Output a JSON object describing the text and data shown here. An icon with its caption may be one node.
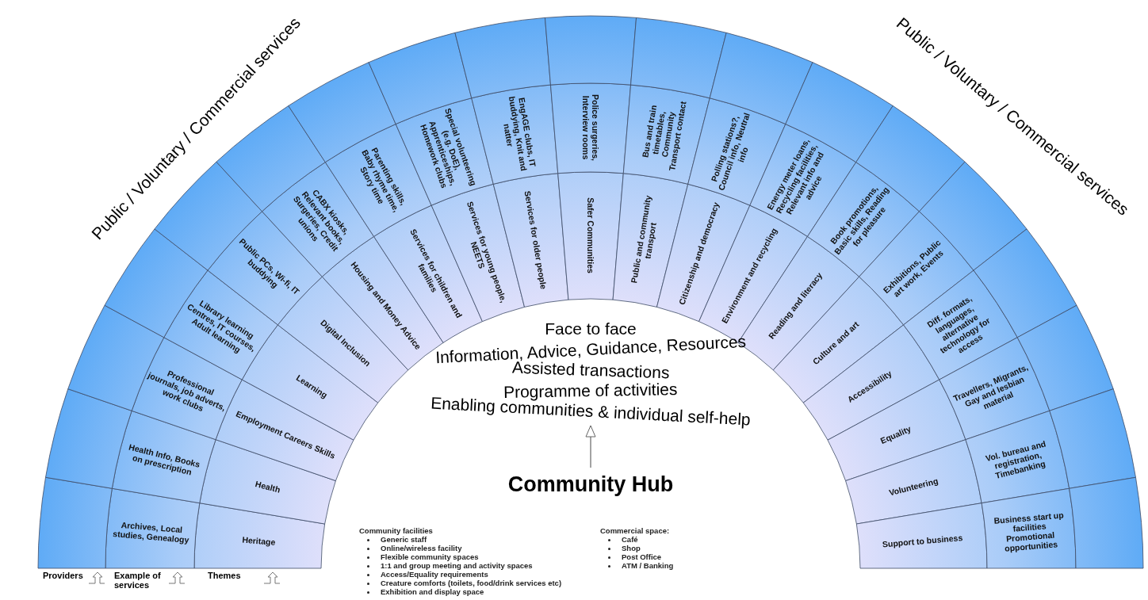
{
  "diagram": {
    "nodes": [
      {
        "text": [
          "Heritage"
        ]
      },
      {
        "text": [
          "Health"
        ]
      },
      {
        "text": [
          "Employment Careers Skills"
        ]
      },
      {
        "text": [
          "Learning"
        ]
      },
      {
        "text": [
          "Digital Inclusion"
        ]
      },
      {
        "text": [
          "Housing and Money Advice"
        ]
      },
      {
        "text": [
          "Services for children and families"
        ]
      },
      {
        "text": [
          "Services for young people, NEETS"
        ]
      },
      {
        "text": [
          "Services for older people"
        ]
      },
      {
        "text": [
          "Safer Communities"
        ]
      },
      {
        "text": [
          "Public and community transport"
        ]
      },
      {
        "text": [
          "Citizenship and democracy"
        ]
      },
      {
        "text": [
          "Environment and recycling"
        ]
      },
      {
        "text": [
          "Reading and literacy"
        ]
      },
      {
        "text": [
          "Culture and art"
        ]
      },
      {
        "text": [
          "Accessibility"
        ]
      },
      {
        "text": [
          "Equality"
        ]
      },
      {
        "text": [
          "Volunteering"
        ]
      },
      {
        "text": [
          "Support to business"
        ]
      },
      {
        "text": [
          "Archives, Local studies, Genealogy"
        ]
      },
      {
        "text": [
          "Health Info, Books on prescription"
        ]
      },
      {
        "text": [
          "Professional journals, job adverts, work clubs"
        ]
      },
      {
        "text": [
          "Library learning Centres, IT courses, Adult learning"
        ]
      },
      {
        "text": [
          "Public PCs, Wi-fi, IT buddying"
        ]
      },
      {
        "text": [
          "CABX kiosks, Relevant books, Surgeries, Credit unions"
        ]
      },
      {
        "text": [
          "Parenting skills, Baby rhyme time, Story time"
        ]
      },
      {
        "text": [
          "Special volunteering (e.g. DoE), Apprenticeships, Homework clubs"
        ]
      },
      {
        "text": [
          "EngAGE clubs, IT buddying, Knit and natter"
        ]
      },
      {
        "text": [
          "Police surgeries, Interview rooms"
        ]
      },
      {
        "text": [
          "Bus and train timetables, Community Transport contact"
        ]
      },
      {
        "text": [
          "Polling stations?, Council info, Neutral info"
        ]
      },
      {
        "text": [
          "Energy meter loans, Recycling facilities, Relevant info and advice"
        ]
      },
      {
        "text": [
          "Book promotions, Basic skills, Reading for pleasure"
        ]
      },
      {
        "text": [
          "Exhibitions, Public art work, Events"
        ]
      },
      {
        "text": [
          "Diff. formats, languages, alternative technology for access"
        ]
      },
      {
        "text": [
          "Travellers, Migrants, Gay and lesbian material"
        ]
      },
      {
        "text": [
          "Vol. bureau and registration, Timebanking"
        ]
      },
      {
        "text": [
          "Business start up facilities Promotional opportunities"
        ]
      },
      {
        "text": [],
        "shape": "box"
      },
      {
        "text": [],
        "shape": "box"
      },
      {
        "text": [],
        "shape": "box"
      },
      {
        "text": [],
        "shape": "box"
      },
      {
        "text": [],
        "shape": "box"
      },
      {
        "text": [],
        "shape": "box"
      },
      {
        "text": [],
        "shape": "box"
      },
      {
        "text": [],
        "shape": "box"
      },
      {
        "text": [],
        "shape": "box"
      },
      {
        "text": [],
        "shape": "box"
      },
      {
        "text": [],
        "shape": "box"
      },
      {
        "text": [],
        "shape": "box"
      },
      {
        "text": [],
        "shape": "box"
      },
      {
        "text": [],
        "shape": "box"
      },
      {
        "text": [],
        "shape": "box"
      },
      {
        "text": [],
        "shape": "box"
      },
      {
        "text": [],
        "shape": "box"
      },
      {
        "text": [],
        "shape": "box"
      },
      {
        "text": [],
        "shape": "box"
      },
      {
        "text": [
          "Face to face",
          "Information, Advice, Guidance, Resources",
          "Assisted transactions",
          "Programme of activities",
          "Enabling communities & individual self-help"
        ]
      },
      {
        "text": [
          "Community Hub"
        ]
      }
    ],
    "edges": [
      {
        "from": 58,
        "to": 57,
        "arrow": "to"
      }
    ],
    "labels": [
      "Public / Voluntary / Commercial services",
      "Public / Voluntary / Commercial services",
      "Community facilities",
      "Generic staff",
      "Online/wireless facility",
      "Flexible community spaces",
      "1:1 and group meeting and activity spaces",
      "Access/Equality requirements",
      "Creature comforts (toilets, food/drink services etc)",
      "Exhibition and display space",
      "Commercial space:",
      "Café",
      "Shop",
      "Post Office",
      "ATM / Banking",
      "Providers",
      "Example of services",
      "Themes"
    ]
  }
}
